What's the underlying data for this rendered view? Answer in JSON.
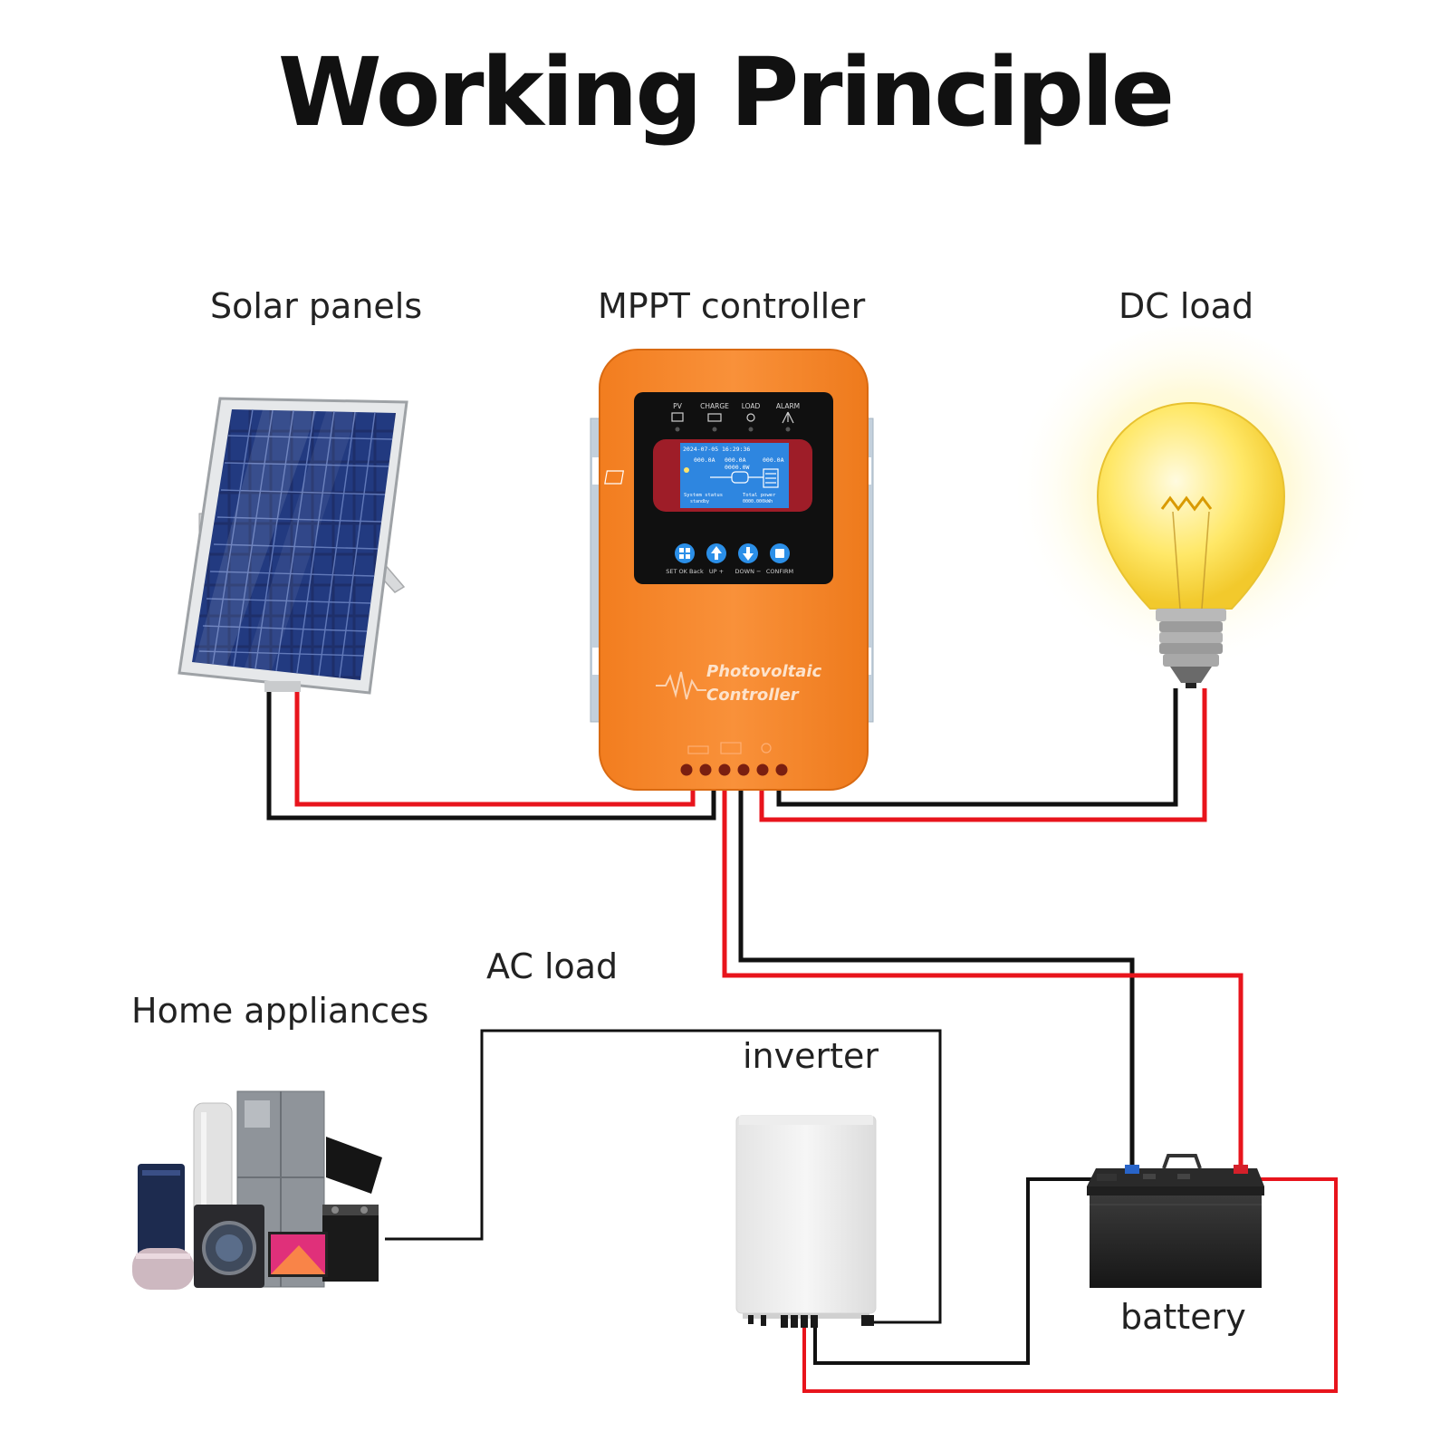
{
  "title": "Working Principle",
  "labels": {
    "solar_panels": "Solar panels",
    "mppt_controller": "MPPT controller",
    "dc_load": "DC load",
    "ac_load": "AC load",
    "home_appliances": "Home appliances",
    "inverter": "inverter",
    "battery": "battery"
  },
  "controller": {
    "indicators": [
      "PV",
      "CHARGE",
      "LOAD",
      "ALARM"
    ],
    "lcd": {
      "date": "2024-07-05",
      "time": "16:29:36",
      "pv_current": "000.0A",
      "charge_current": "000.0A",
      "charge_value": "0000.0W",
      "load_current": "000.0A",
      "status_label": "System status",
      "status_value": "standby",
      "total_label": "Total power",
      "total_value": "0000.000kWh"
    },
    "buttons": [
      "SET OK Back",
      "UP +",
      "DOWN −",
      "CONFIRM"
    ],
    "brand_line1": "Photovoltaic",
    "brand_line2": "Controller"
  },
  "colors": {
    "positive_wire": "#e8141c",
    "negative_wire": "#111111",
    "controller_body": "#f7892a",
    "screen_panel": "#101010",
    "lcd_blue": "#2e86e0",
    "bulb_yellow": "#ffe44d"
  },
  "icons": [
    "solar-panel-icon",
    "controller-icon",
    "light-bulb-icon",
    "appliances-icon",
    "inverter-icon",
    "battery-icon"
  ]
}
